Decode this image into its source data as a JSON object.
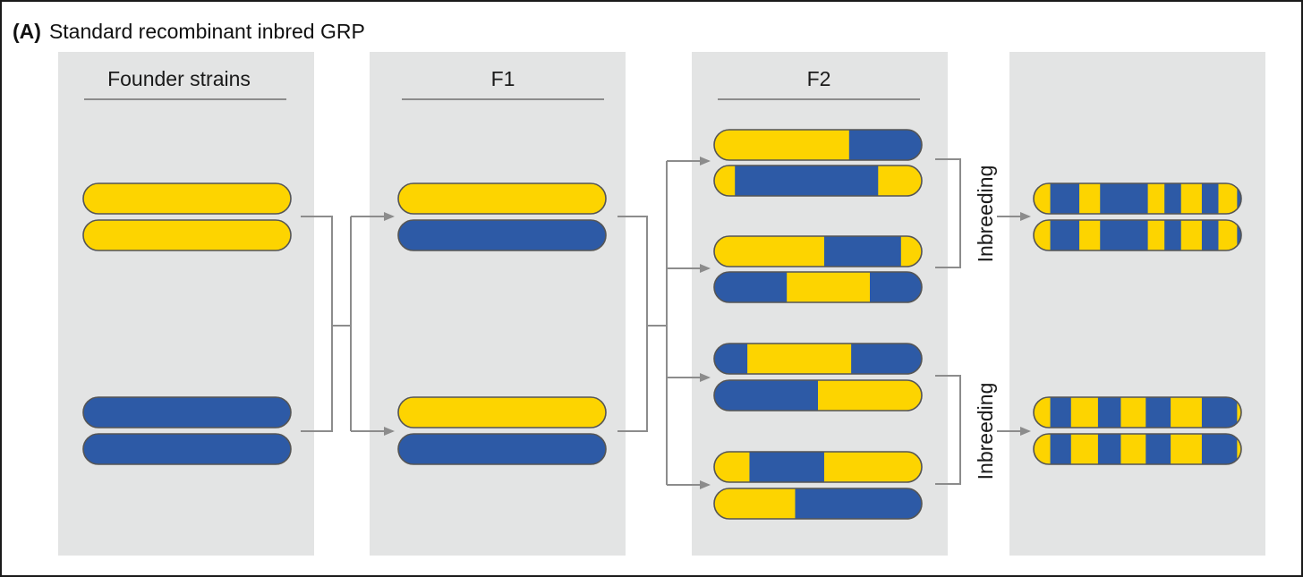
{
  "panel_label": "(A)",
  "title": "Standard recombinant inbred GRP",
  "colors": {
    "panel_bg": "#e3e4e4",
    "yellow": "#fdd400",
    "blue": "#2d5aa6",
    "outline": "#555555",
    "arrow": "#8c8c8c",
    "text": "#1a1a1a"
  },
  "columns": [
    {
      "id": "founder",
      "header": "Founder strains"
    },
    {
      "id": "f1",
      "header": "F1"
    },
    {
      "id": "f2",
      "header": "F2"
    },
    {
      "id": "ril",
      "header": ""
    }
  ],
  "inbreeding_label": "Inbreeding",
  "chromosomes": {
    "founder": [
      [
        [
          "Y",
          1
        ]
      ],
      [
        [
          "Y",
          1
        ]
      ],
      [
        [
          "B",
          1
        ]
      ],
      [
        [
          "B",
          1
        ]
      ]
    ],
    "f1": [
      [
        [
          "Y",
          1
        ]
      ],
      [
        [
          "B",
          1
        ]
      ],
      [
        [
          "Y",
          1
        ]
      ],
      [
        [
          "B",
          1
        ]
      ]
    ],
    "f2": [
      [
        [
          "Y",
          0.65
        ],
        [
          "B",
          0.35
        ]
      ],
      [
        [
          "Y",
          0.1
        ],
        [
          "B",
          0.69
        ],
        [
          "Y",
          0.21
        ]
      ],
      [
        [
          "Y",
          0.53
        ],
        [
          "B",
          0.37
        ],
        [
          "Y",
          0.1
        ]
      ],
      [
        [
          "B",
          0.35
        ],
        [
          "Y",
          0.4
        ],
        [
          "B",
          0.25
        ]
      ],
      [
        [
          "B",
          0.16
        ],
        [
          "Y",
          0.5
        ],
        [
          "B",
          0.34
        ]
      ],
      [
        [
          "B",
          0.5
        ],
        [
          "Y",
          0.5
        ]
      ],
      [
        [
          "Y",
          0.17
        ],
        [
          "B",
          0.36
        ],
        [
          "Y",
          0.47
        ]
      ],
      [
        [
          "Y",
          0.39
        ],
        [
          "B",
          0.61
        ]
      ]
    ],
    "ril": [
      [
        [
          "Y",
          0.08
        ],
        [
          "B",
          0.14
        ],
        [
          "Y",
          0.1
        ],
        [
          "B",
          0.23
        ],
        [
          "Y",
          0.08
        ],
        [
          "B",
          0.08
        ],
        [
          "Y",
          0.1
        ],
        [
          "B",
          0.08
        ],
        [
          "Y",
          0.09
        ],
        [
          "B",
          0.02
        ]
      ],
      [
        [
          "Y",
          0.08
        ],
        [
          "B",
          0.14
        ],
        [
          "Y",
          0.1
        ],
        [
          "B",
          0.23
        ],
        [
          "Y",
          0.08
        ],
        [
          "B",
          0.08
        ],
        [
          "Y",
          0.1
        ],
        [
          "B",
          0.08
        ],
        [
          "Y",
          0.09
        ],
        [
          "B",
          0.02
        ]
      ],
      [
        [
          "Y",
          0.08
        ],
        [
          "B",
          0.1
        ],
        [
          "Y",
          0.13
        ],
        [
          "B",
          0.11
        ],
        [
          "Y",
          0.12
        ],
        [
          "B",
          0.12
        ],
        [
          "Y",
          0.15
        ],
        [
          "B",
          0.17
        ],
        [
          "Y",
          0.12
        ]
      ],
      [
        [
          "Y",
          0.08
        ],
        [
          "B",
          0.1
        ],
        [
          "Y",
          0.13
        ],
        [
          "B",
          0.11
        ],
        [
          "Y",
          0.12
        ],
        [
          "B",
          0.12
        ],
        [
          "Y",
          0.15
        ],
        [
          "B",
          0.17
        ],
        [
          "Y",
          0.12
        ]
      ]
    ]
  }
}
